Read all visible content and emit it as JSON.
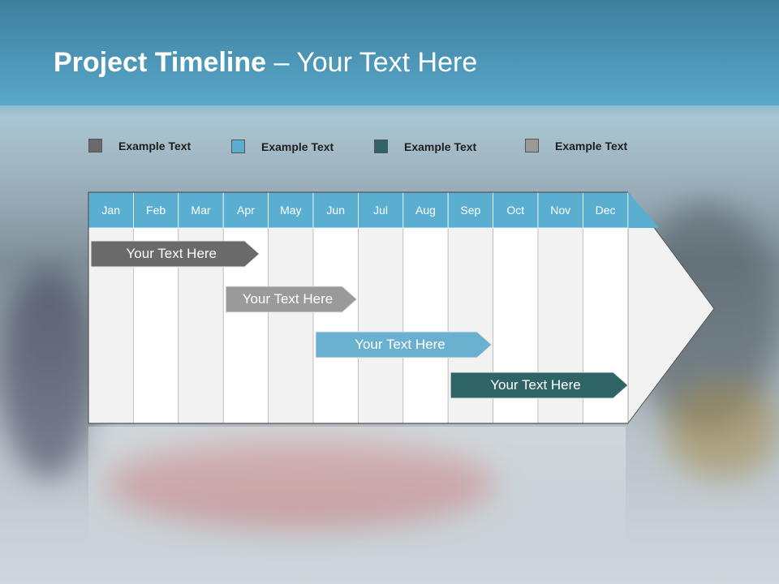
{
  "title": {
    "bold": "Project Timeline",
    "rest": " – Your Text Here"
  },
  "legend": [
    {
      "label": "Example Text",
      "color": "#6a6a6a"
    },
    {
      "label": "Example Text",
      "color": "#5aaed0"
    },
    {
      "label": "Example Text",
      "color": "#2f6466"
    },
    {
      "label": "Example Text",
      "color": "#9a9a9a"
    }
  ],
  "months": [
    "Jan",
    "Feb",
    "Mar",
    "Apr",
    "May",
    "Jun",
    "Jul",
    "Aug",
    "Sep",
    "Oct",
    "Nov",
    "Dec"
  ],
  "colors": {
    "header": "#5aaed0",
    "col_odd": "#f2f2f2",
    "col_even": "#ffffff",
    "arrow_fill": "#f2f2f2"
  },
  "tasks": [
    {
      "label": "Your  Text Here",
      "start": 0,
      "end": 3.8,
      "color": "#6a6a6a"
    },
    {
      "label": "Your  Text Here",
      "start": 3,
      "end": 5.97,
      "color": "#9a9a9a"
    },
    {
      "label": "Your  Text Here",
      "start": 5,
      "end": 8.97,
      "color": "#6ab0cf"
    },
    {
      "label": "Your  Text Here",
      "start": 8,
      "end": 12,
      "color": "#2f6466"
    }
  ]
}
